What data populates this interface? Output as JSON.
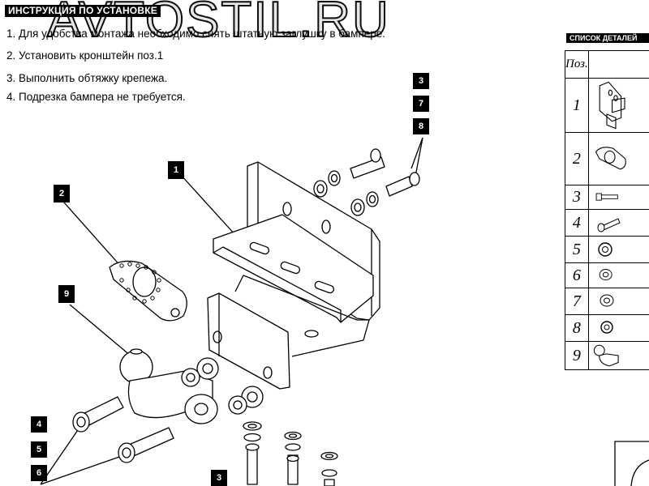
{
  "page": {
    "title": "ИНСТРУКЦИЯ ПО УСТАНОВКЕ",
    "watermark": "AVTOSTIL.RU",
    "steps": [
      "1. Для удобства монтажа необходимо снять штатную заглушку в бампере.",
      "2. Установить кронштейн поз.1",
      "3. Выполнить обтяжку крепежа.",
      "4. Подрезка бампера не требуется."
    ]
  },
  "callouts": {
    "top_group": [
      "3",
      "7",
      "8"
    ],
    "bracket": "1",
    "plate": "2",
    "ball": "9",
    "bolt_group": [
      "4",
      "5",
      "6"
    ],
    "bottom": "3"
  },
  "parts_list": {
    "title": "СПИСОК ДЕТАЛЕЙ",
    "pos_header": "Поз.",
    "rows": [
      {
        "pos": "1",
        "icon": "bracket-icon"
      },
      {
        "pos": "2",
        "icon": "plate-icon"
      },
      {
        "pos": "3",
        "icon": "bolt-icon"
      },
      {
        "pos": "4",
        "icon": "hex-bolt-icon"
      },
      {
        "pos": "5",
        "icon": "nut-icon"
      },
      {
        "pos": "6",
        "icon": "washer-icon"
      },
      {
        "pos": "7",
        "icon": "washer-icon"
      },
      {
        "pos": "8",
        "icon": "lock-washer-icon"
      },
      {
        "pos": "9",
        "icon": "tow-ball-icon"
      }
    ]
  }
}
